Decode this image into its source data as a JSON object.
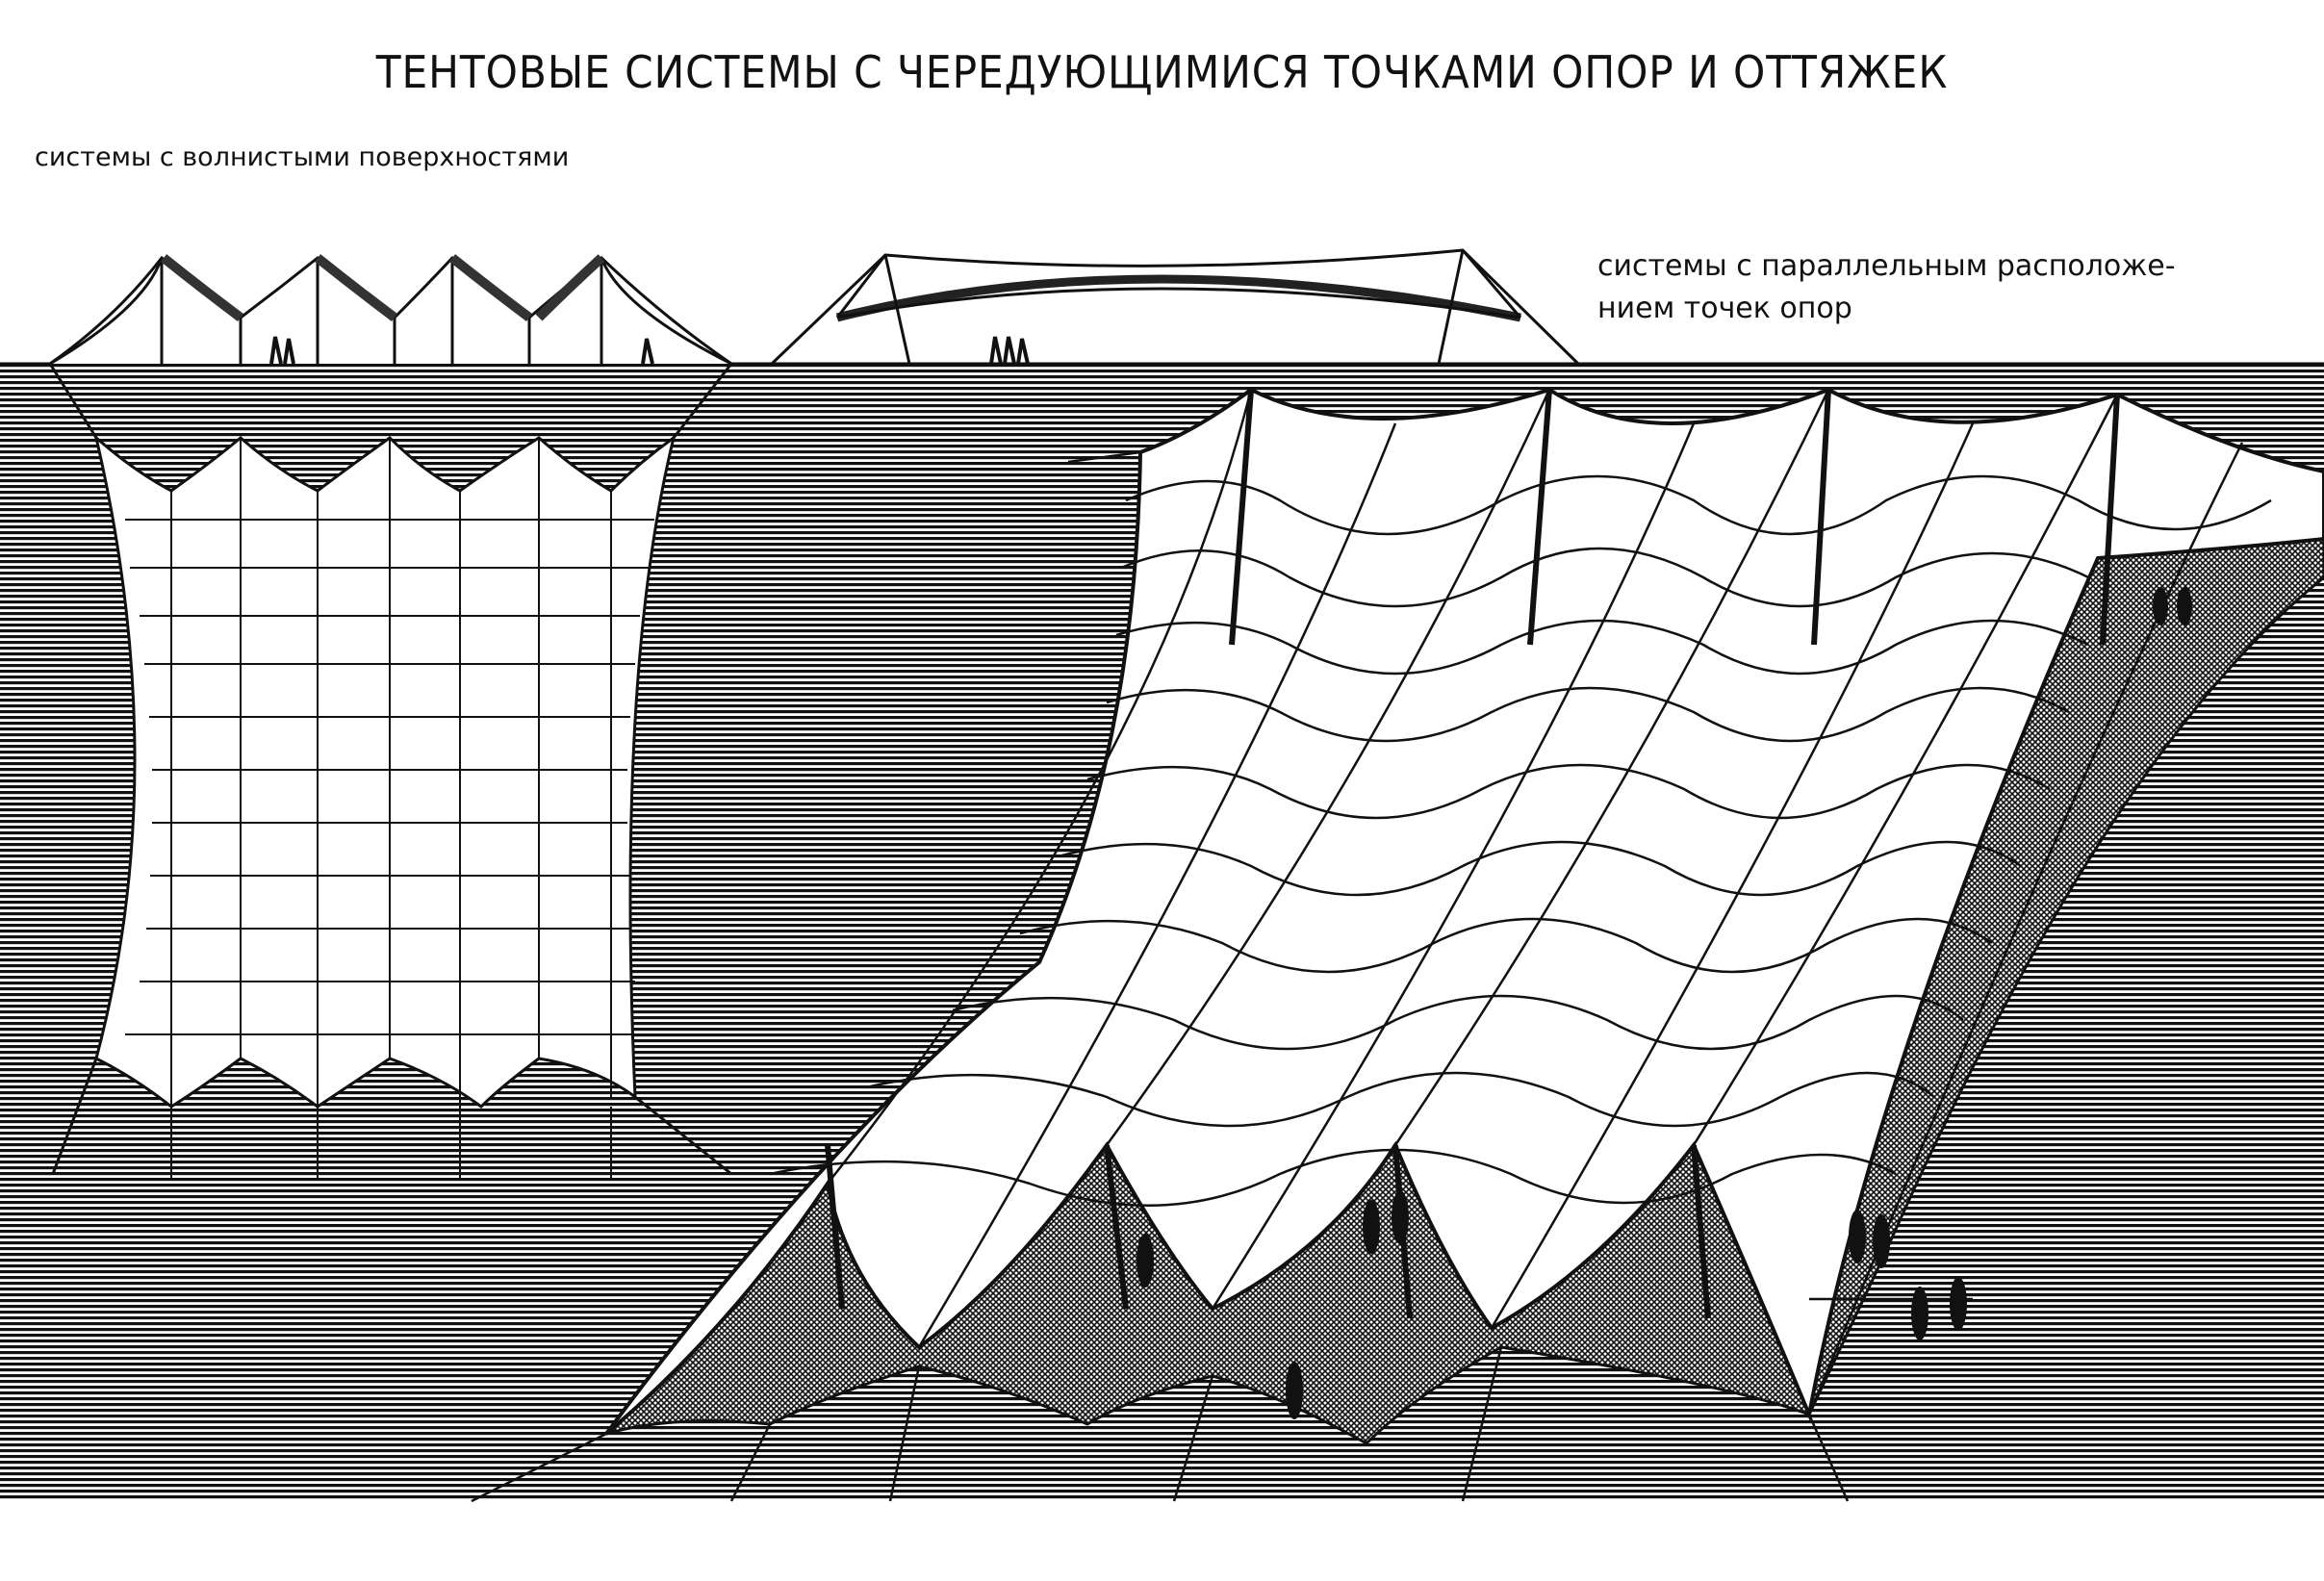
{
  "title": "ТЕНТОВЫЕ СИСТЕМЫ С ЧЕРЕДУЮЩИМИСЯ ТОЧКАМИ ОПОР И ОТТЯЖЕК",
  "labels": {
    "wavy": "системы с волнистыми поверхностями",
    "parallel_line1": "системы с параллельным расположе-",
    "parallel_line2": "нием точек опор"
  },
  "colors": {
    "ink": "#111111",
    "paper": "#ffffff",
    "hatch": "#1a1a1a"
  }
}
